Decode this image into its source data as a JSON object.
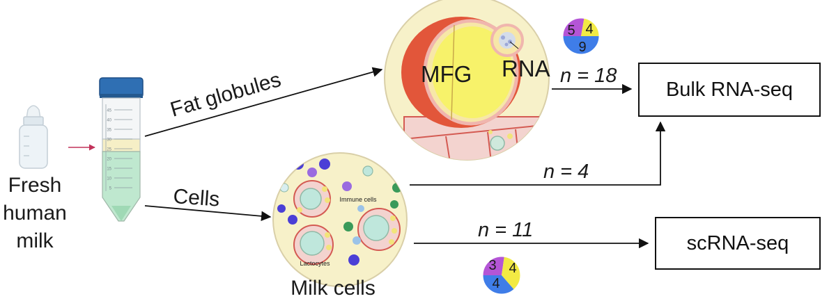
{
  "source_label": "Fresh human milk",
  "source_lines": [
    "Fresh",
    "human",
    "milk"
  ],
  "branch_fat": "Fat globules",
  "branch_cells": "Cells",
  "mfg_label": "MFG",
  "rna_label": "RNA",
  "milk_cells_label": "Milk cells",
  "immune_label": "Immune cells",
  "lactocytes_label": "Lactocytes",
  "n_mfg": "n = 18",
  "n_cells_bulk": "n = 4",
  "n_sc": "n = 11",
  "bulk_box": "Bulk RNA-seq",
  "sc_box": "scRNA-seq",
  "tube_ticks": [
    "45",
    "40",
    "35",
    "30",
    "25",
    "20",
    "15",
    "10",
    "5"
  ],
  "pie_bulk": {
    "slices": [
      {
        "value": 5,
        "color": "#b455d6"
      },
      {
        "value": 4,
        "color": "#f2ea44"
      },
      {
        "value": 9,
        "color": "#3f7de8"
      }
    ]
  },
  "pie_sc": {
    "slices": [
      {
        "value": 3,
        "color": "#b455d6"
      },
      {
        "value": 4,
        "color": "#f2ea44"
      },
      {
        "value": 4,
        "color": "#3f7de8"
      }
    ]
  },
  "colors": {
    "purple": "#b455d6",
    "yellow": "#f2ea44",
    "blue": "#3f7de8",
    "mfg_red": "#e2563a",
    "circle_fill": "#f7f1c9",
    "tube_liquid": "#bfe8cf",
    "tube_cap": "#2f6fb3"
  }
}
